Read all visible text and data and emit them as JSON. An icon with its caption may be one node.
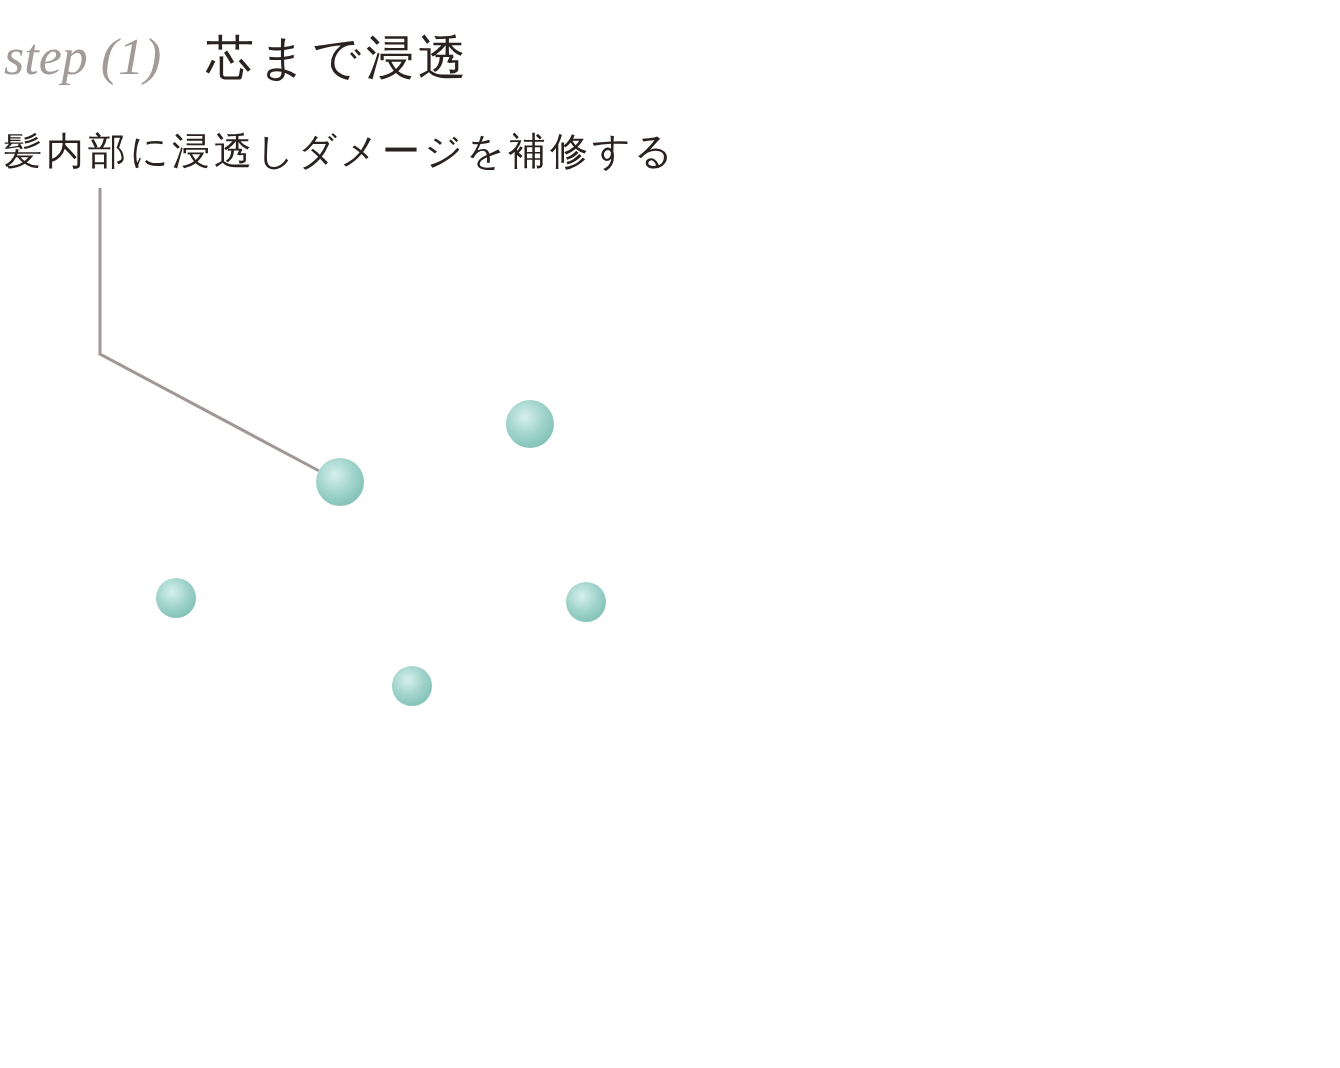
{
  "diagram": {
    "title": "芯まで浸透",
    "labels": [
      "step (1)"
    ],
    "nodes": [
      {
        "text": [
          "髪内部に浸透しダメージを補修する"
        ]
      },
      {
        "text": [],
        "shape": "circle"
      },
      {
        "text": [],
        "shape": "circle"
      },
      {
        "text": [],
        "shape": "circle"
      },
      {
        "text": [],
        "shape": "circle"
      },
      {
        "text": [],
        "shape": "circle"
      }
    ],
    "edges": [
      {
        "from": 0,
        "to": 2,
        "arrow": "none"
      }
    ]
  }
}
